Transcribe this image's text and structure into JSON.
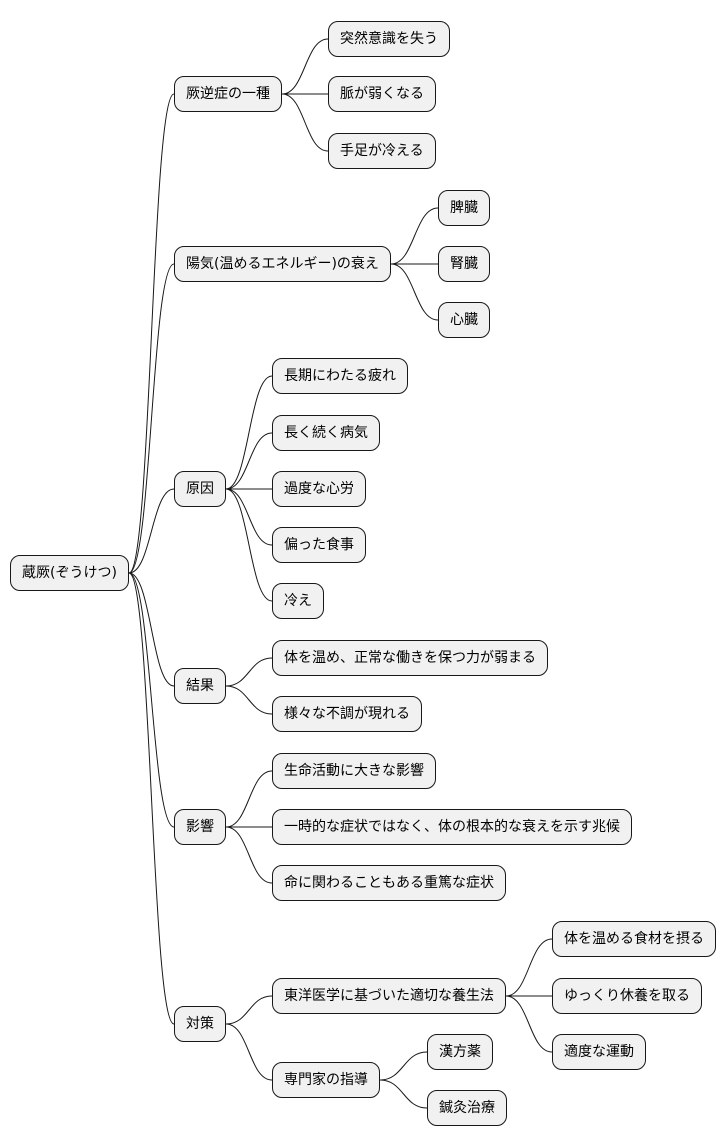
{
  "colors": {
    "node_fill": "#f1f1f1",
    "node_border": "#181818",
    "edge": "#181818",
    "background": "#ffffff"
  },
  "root": {
    "label": "蔵厥(ぞうけつ)",
    "children": [
      {
        "label": "厥逆症の一種",
        "children": [
          {
            "label": "突然意識を失う"
          },
          {
            "label": "脈が弱くなる"
          },
          {
            "label": "手足が冷える"
          }
        ]
      },
      {
        "label": "陽気(温めるエネルギー)の衰え",
        "children": [
          {
            "label": "脾臓"
          },
          {
            "label": "腎臓"
          },
          {
            "label": "心臓"
          }
        ]
      },
      {
        "label": "原因",
        "children": [
          {
            "label": "長期にわたる疲れ"
          },
          {
            "label": "長く続く病気"
          },
          {
            "label": "過度な心労"
          },
          {
            "label": "偏った食事"
          },
          {
            "label": "冷え"
          }
        ]
      },
      {
        "label": "結果",
        "children": [
          {
            "label": "体を温め、正常な働きを保つ力が弱まる"
          },
          {
            "label": "様々な不調が現れる"
          }
        ]
      },
      {
        "label": "影響",
        "children": [
          {
            "label": "生命活動に大きな影響"
          },
          {
            "label": "一時的な症状ではなく、体の根本的な衰えを示す兆候"
          },
          {
            "label": "命に関わることもある重篤な症状"
          }
        ]
      },
      {
        "label": "対策",
        "children": [
          {
            "label": "東洋医学に基づいた適切な養生法",
            "children": [
              {
                "label": "体を温める食材を摂る"
              },
              {
                "label": "ゆっくり休養を取る"
              },
              {
                "label": "適度な運動"
              }
            ]
          },
          {
            "label": "専門家の指導",
            "children": [
              {
                "label": "漢方薬"
              },
              {
                "label": "鍼灸治療"
              }
            ]
          }
        ]
      }
    ]
  }
}
